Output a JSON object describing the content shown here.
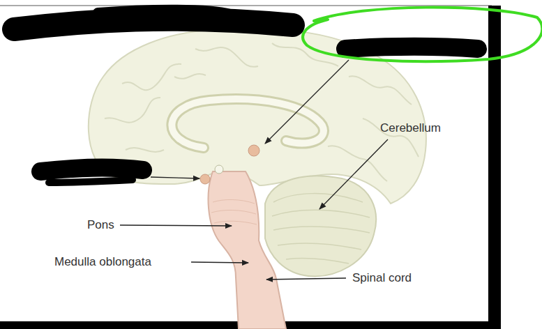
{
  "diagram": {
    "labels": [
      "Cerebellum",
      "Pons",
      "Medulla oblongata",
      "Spinal cord"
    ]
  }
}
